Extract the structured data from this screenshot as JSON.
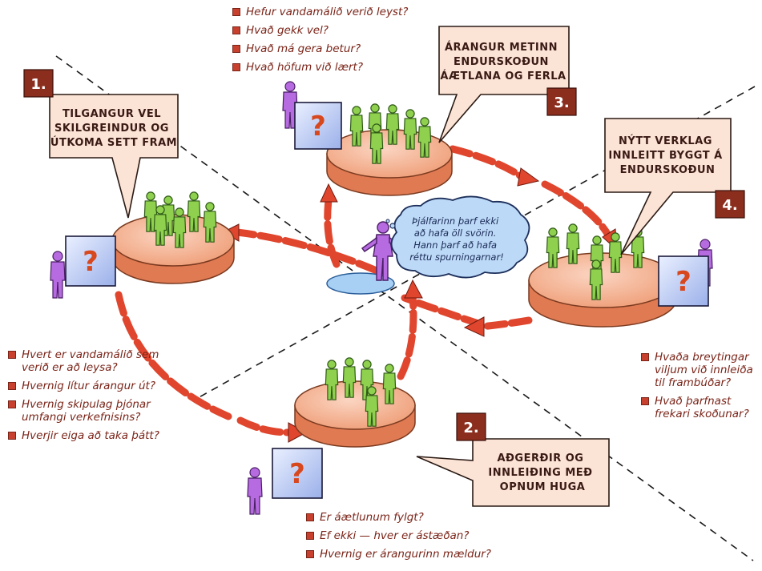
{
  "steps": [
    {
      "number": "1.",
      "lines": [
        "TILGANGUR VEL",
        "SKILGREINDUR OG",
        "ÚTKOMA SETT FRAM"
      ]
    },
    {
      "number": "2.",
      "lines": [
        "AÐGERÐIR OG",
        "INNLEIÐING MEÐ",
        "OPNUM HUGA"
      ]
    },
    {
      "number": "3.",
      "lines": [
        "ÁRANGUR METINN",
        "ENDURSKOÐUN",
        "ÁÆTLANA OG FERLA"
      ]
    },
    {
      "number": "4.",
      "lines": [
        "NÝTT VERKLAG",
        "INNLEITT BYGGT Á",
        "ENDURSKOÐUN"
      ]
    }
  ],
  "center_speech": [
    "Þjálfarinn þarf ekki",
    "að hafa öll svörin.",
    "Hann þarf að hafa",
    "réttu spurningarnar!"
  ],
  "question_sign": "?",
  "questions": {
    "top": [
      "Hefur vandamálið verið leyst?",
      "Hvað gekk vel?",
      "Hvað má gera betur?",
      "Hvað höfum við lært?"
    ],
    "left": [
      "Hvert er vandamálið sem verið er að leysa?",
      "Hvernig lítur árangur út?",
      "Hvernig skipulag þjónar umfangi verkefnisins?",
      "Hverjir eiga að taka þátt?"
    ],
    "bottom": [
      "Er áætlunum fylgt?",
      "Ef ekki — hver er ástæðan?",
      "Hvernig er árangurinn mældur?"
    ],
    "right": [
      "Hvaða breytingar viljum við innleiða til frambúðar?",
      "Hvað þarfnast frekari skoðunar?"
    ]
  },
  "colors": {
    "callout_fill": "#fbe3d6",
    "number_box": "#8b2e1e",
    "disc_top": "#f6b89a",
    "disc_side": "#e07a52",
    "arrow": "#e0462e",
    "figure_green": "#8fd14f",
    "figure_purple": "#b76be0",
    "bullet": "#c8402e"
  }
}
